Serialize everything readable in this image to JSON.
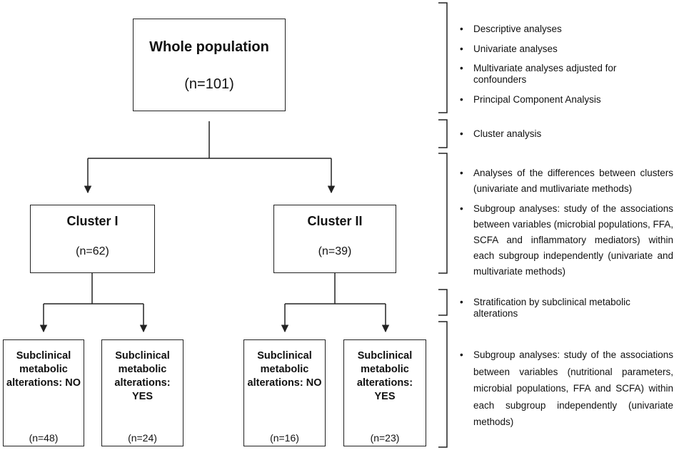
{
  "root": {
    "title": "Whole population",
    "count": "(n=101)"
  },
  "clusters": [
    {
      "title": "Cluster I",
      "count": "(n=62)"
    },
    {
      "title": "Cluster II",
      "count": "(n=39)"
    }
  ],
  "leaves": [
    {
      "title": "Subclinical metabolic alterations: NO",
      "count": "(n=48)"
    },
    {
      "title": "Subclinical metabolic alterations: YES",
      "count": "(n=24)"
    },
    {
      "title": "Subclinical metabolic alterations: NO",
      "count": "(n=16)"
    },
    {
      "title": "Subclinical metabolic alterations: YES",
      "count": "(n=23)"
    }
  ],
  "notes": {
    "whole_population": [
      "Descriptive analyses",
      "Univariate analyses",
      "Multivariate analyses adjusted for confounders",
      "Principal Component Analysis"
    ],
    "clustering": [
      "Cluster analysis"
    ],
    "cluster_level": [
      "Analyses of the differences between clusters (univariate and mutlivariate methods)",
      "Subgroup analyses: study of the associations between variables (microbial populations, FFA, SCFA and inflammatory mediators) within each subgroup independently (univariate and multivariate methods)"
    ],
    "stratification": [
      "Stratification by subclinical metabolic alterations"
    ],
    "leaf_level": [
      "Subgroup analyses: study of the associations between variables (nutritional parameters, microbial populations, FFA and SCFA) within each subgroup independently (univariate methods)"
    ]
  }
}
